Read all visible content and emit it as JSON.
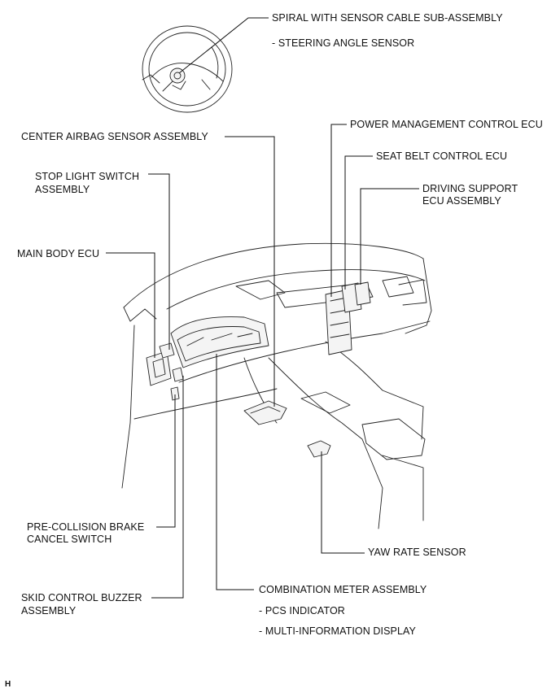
{
  "labels": {
    "spiral_title": "SPIRAL WITH SENSOR CABLE SUB-ASSEMBLY",
    "spiral_sub": "- STEERING ANGLE SENSOR",
    "center_airbag": "CENTER AIRBAG SENSOR ASSEMBLY",
    "stop_light_1": "STOP LIGHT SWITCH",
    "stop_light_2": "ASSEMBLY",
    "main_body_ecu": "MAIN BODY ECU",
    "power_mgmt": "POWER MANAGEMENT CONTROL ECU",
    "seat_belt": "SEAT BELT CONTROL ECU",
    "driving_support_1": "DRIVING SUPPORT",
    "driving_support_2": "ECU ASSEMBLY",
    "pre_collision_1": "PRE-COLLISION BRAKE",
    "pre_collision_2": "CANCEL SWITCH",
    "yaw_rate": "YAW RATE SENSOR",
    "skid_1": "SKID CONTROL BUZZER",
    "skid_2": "ASSEMBLY",
    "combo_meter": "COMBINATION METER ASSEMBLY",
    "pcs_indicator": "- PCS INDICATOR",
    "multi_info": "- MULTI-INFORMATION DISPLAY"
  },
  "footer": "H"
}
